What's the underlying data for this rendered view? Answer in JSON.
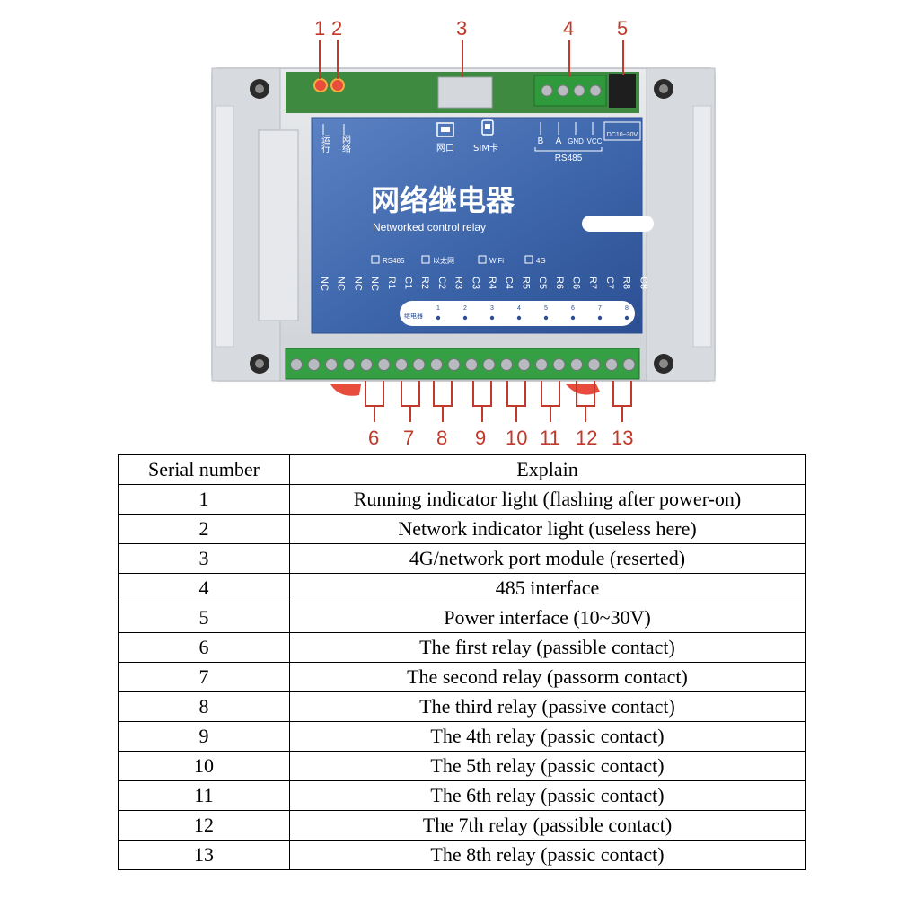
{
  "device": {
    "title_cn": "网络继电器",
    "subtitle": "Networked control relay",
    "led_labels": [
      "运行",
      "网络"
    ],
    "port_label": "网口",
    "sim_label": "SIM卡",
    "rs485_pins": [
      "B",
      "A",
      "GND",
      "VCC"
    ],
    "rs485_label": "RS485",
    "power_label": "DC10~30V",
    "modes": [
      "RS485",
      "以太网",
      "WiFi",
      "4G"
    ],
    "terminals": [
      "NC",
      "NC",
      "NC",
      "NC",
      "R1",
      "C1",
      "R2",
      "C2",
      "R3",
      "C3",
      "R4",
      "C4",
      "R5",
      "C5",
      "R6",
      "C6",
      "R7",
      "C7",
      "R8",
      "C8"
    ],
    "relay_row_label": "继电器",
    "relay_numbers": [
      "1",
      "2",
      "3",
      "4",
      "5",
      "6",
      "7",
      "8"
    ]
  },
  "callouts_top": [
    "1",
    "2",
    "3",
    "4",
    "5"
  ],
  "callouts_bottom": [
    "6",
    "7",
    "8",
    "9",
    "10",
    "11",
    "12",
    "13"
  ],
  "table": {
    "headers": [
      "Serial number",
      "Explain"
    ],
    "rows": [
      [
        "1",
        "Running indicator light (flashing after power-on)"
      ],
      [
        "2",
        "Network indicator light (useless here)"
      ],
      [
        "3",
        "4G/network port module (reserted)"
      ],
      [
        "4",
        "485 interface"
      ],
      [
        "5",
        "Power interface (10~30V)"
      ],
      [
        "6",
        "The first relay (passible contact)"
      ],
      [
        "7",
        "The second relay (passorm contact)"
      ],
      [
        "8",
        "The third relay (passive contact)"
      ],
      [
        "9",
        "The 4th relay (passic contact)"
      ],
      [
        "10",
        "The 5th relay (passic contact)"
      ],
      [
        "11",
        "The 6th relay (passic contact)"
      ],
      [
        "12",
        "The 7th relay (passible contact)"
      ],
      [
        "13",
        "The 8th relay (passic contact)"
      ]
    ]
  },
  "colors": {
    "callout": "#c0392b",
    "panel_blue": "#3b63a8",
    "enclosure": "#dfe2e5",
    "terminal_green": "#2f8f3a"
  }
}
